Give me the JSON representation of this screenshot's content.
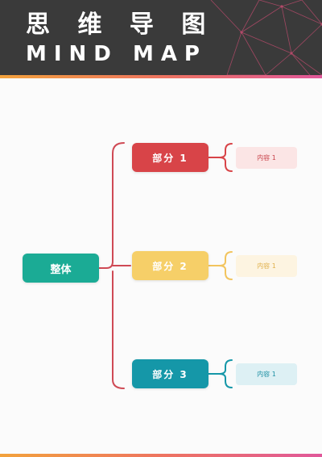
{
  "header": {
    "title_cn": "思 维 导 图",
    "title_en": "MIND MAP"
  },
  "colors": {
    "header_bg": "#3a3a3a",
    "root": "#1bab95",
    "part1": "#d84448",
    "part2": "#f6cf68",
    "part3": "#1597a8",
    "connector": "#cf4a55",
    "net_lines": "#b34a69"
  },
  "diagram": {
    "root": "整体",
    "parts": [
      {
        "label": "部分  1",
        "leaf": "内容 1"
      },
      {
        "label": "部分  2",
        "leaf": "内容 1"
      },
      {
        "label": "部分  3",
        "leaf": "内容 1"
      }
    ]
  }
}
